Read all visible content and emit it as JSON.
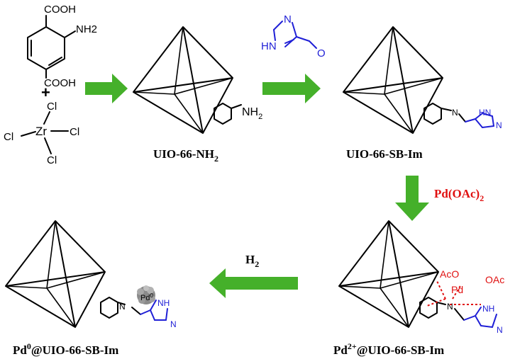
{
  "reactants": {
    "cooh_top": "COOH",
    "nh2": "NH2",
    "cooh_bottom": "COOH",
    "plus": "+",
    "zr": "Zr",
    "cl": "Cl"
  },
  "aldehyde": {
    "nh": "HN",
    "n": "N",
    "o": "O"
  },
  "structures": {
    "s1": {
      "name": "UIO-66-NH",
      "sub": "2",
      "group": "NH",
      "group_sub": "2"
    },
    "s2": {
      "name": "UIO-66-SB-Im",
      "n": "N",
      "nh": "HN",
      "n2": "N"
    },
    "s3": {
      "prefix": "Pd",
      "sup": "2+",
      "name": "@UIO-66-SB-Im",
      "aco1": "AcO",
      "aco2": "OAc",
      "pd": "Pd",
      "n": "N",
      "nh": "NH",
      "n2": "N"
    },
    "s4": {
      "prefix": "Pd",
      "sup": "0",
      "name": "@UIO-66-SB-Im",
      "pd0": "Pd",
      "pd0_sup": "0",
      "n": "N",
      "nh": "NH",
      "n2": "N"
    }
  },
  "reagents": {
    "pd_oac": "Pd(OAc)",
    "pd_oac_sub": "2",
    "h2": "H",
    "h2_sub": "2"
  },
  "colors": {
    "arrow": "#45b02a",
    "imidazole": "#1f1fd6",
    "palladium": "#e01010"
  }
}
